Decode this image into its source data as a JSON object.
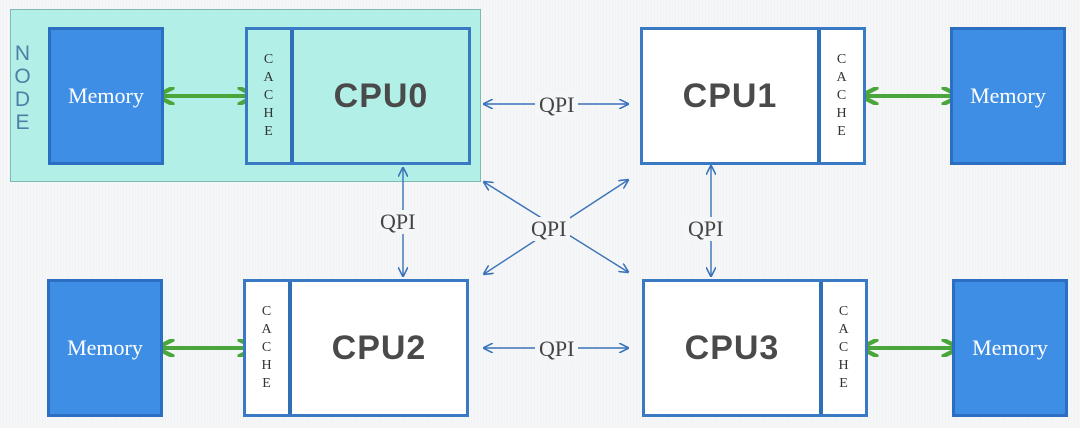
{
  "node": {
    "label": "NODE"
  },
  "memory_label": "Memory",
  "cache_label": "CACHE",
  "link_label": "QPI",
  "cpus": [
    {
      "label": "CPU0"
    },
    {
      "label": "CPU1"
    },
    {
      "label": "CPU2"
    },
    {
      "label": "CPU3"
    }
  ],
  "colors": {
    "node_region": "#b2efe6",
    "memory_fill": "#3f8ee5",
    "cpu_border": "#3a7ac4",
    "memory_link": "#4aa63a",
    "qpi_link": "#3a72b8"
  }
}
